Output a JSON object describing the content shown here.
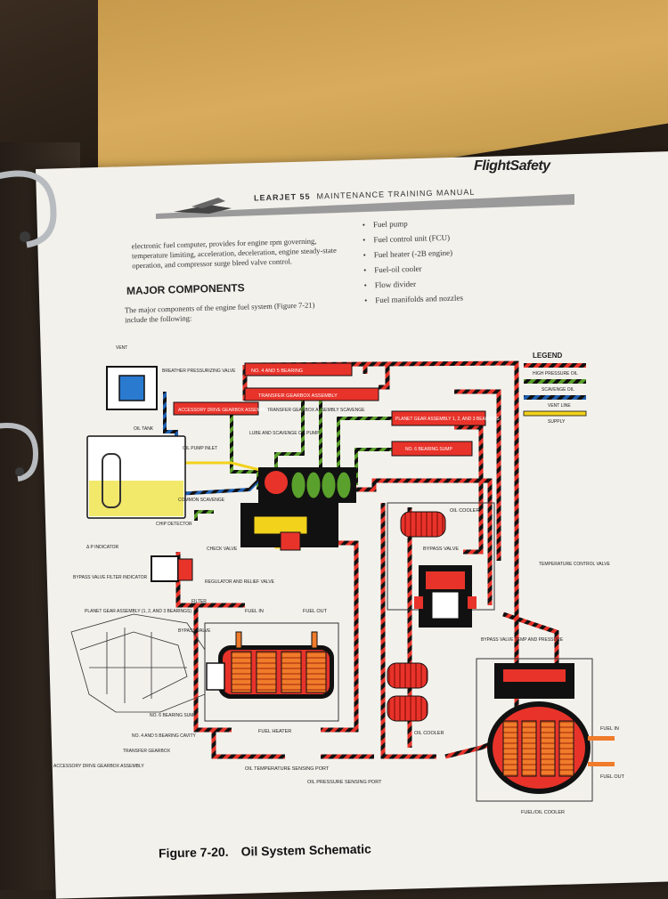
{
  "header": {
    "brand": "FlightSafety",
    "aircraft": "LEARJET 55",
    "manual": "MAINTENANCE TRAINING MANUAL"
  },
  "intro_text": "electronic fuel computer, provides for engine rpm governing, temperature limiting, acceleration, deceleration, engine steady-state operation, and compressor surge bleed valve control.",
  "section": {
    "heading": "MAJOR COMPONENTS",
    "description": "The major components of the engine fuel system (Figure 7-21) include the following:"
  },
  "components": [
    "Fuel pump",
    "Fuel control unit (FCU)",
    "Fuel heater (-2B engine)",
    "Fuel-oil cooler",
    "Flow divider",
    "Fuel manifolds and nozzles"
  ],
  "legend": {
    "title": "LEGEND",
    "items": [
      {
        "label": "HIGH PRESSURE OIL",
        "color": "#e8332a"
      },
      {
        "label": "SCAVENGE OIL",
        "color": "#5aa02c"
      },
      {
        "label": "VENT LINE",
        "color": "#1f5fb0"
      },
      {
        "label": "SUPPLY",
        "color": "#f2d21b"
      }
    ]
  },
  "diagram": {
    "vent": "VENT",
    "breather": "BREATHER PRESSURIZING VALVE",
    "accessory_drive": "ACCESSORY DRIVE GEARBOX ASSEMBLY",
    "no4_bearing": "NO. 4 AND 5 BEARING",
    "transfer_gearbox": "TRANSFER GEARBOX ASSEMBLY",
    "transfer_scavenge": "TRANSFER GEARBOX ASSEMBLY SCAVENGE",
    "planet_gear": "PLANET GEAR ASSEMBLY 1, 2, AND 3 BEARINGS",
    "no6_sump": "NO. 6 BEARING SUMP",
    "oil_tank": "OIL TANK",
    "oil_pump_inlet": "OIL PUMP INLET",
    "lube_scavenge_pump": "LUBE AND SCAVENGE OIL PUMP",
    "common_scavenge": "COMMON SCAVENGE",
    "chip_detector": "CHIP DETECTOR",
    "p_indicator": "Δ P INDICATOR",
    "check_valve": "CHECK VALVE",
    "bypass_filter": "BYPASS VALVE FILTER INDICATOR",
    "regulator": "REGULATOR AND RELIEF VALVE",
    "filter": "FILTER",
    "planet_gear_list": "PLANET GEAR ASSEMBLY (1, 2, AND 3 BEARINGS)",
    "fuel_in": "FUEL IN",
    "fuel_out": "FUEL OUT",
    "bypass_valve_small": "BYPASS VALVE",
    "fuel_heater": "FUEL HEATER",
    "oil_cooler_top": "OIL COOLER",
    "bypass_valve": "BYPASS VALVE",
    "temp_control": "TEMPERATURE CONTROL VALVE",
    "bypass_temp_press": "BYPASS VALVE TEMP AND PRESSURE",
    "oil_cooler_bottom": "OIL COOLER",
    "fuel_in_right": "FUEL IN",
    "fuel_out_right": "FUEL OUT",
    "fuel_oil_cooler": "FUEL/OIL COOLER",
    "no6_bearing_sump": "NO. 6 BEARING SUMP",
    "no45_cavity": "NO. 4 AND 5 BEARING CAVITY",
    "transfer_gearbox_lbl": "TRANSFER GEARBOX",
    "accessory_drive_lbl": "ACCESSORY DRIVE GEARBOX ASSEMBLY",
    "oil_temp_port": "OIL TEMPERATURE SENSING PORT",
    "oil_press_port": "OIL PRESSURE SENSING PORT"
  },
  "figure": {
    "number": "Figure 7-20.",
    "title": "Oil System Schematic"
  }
}
